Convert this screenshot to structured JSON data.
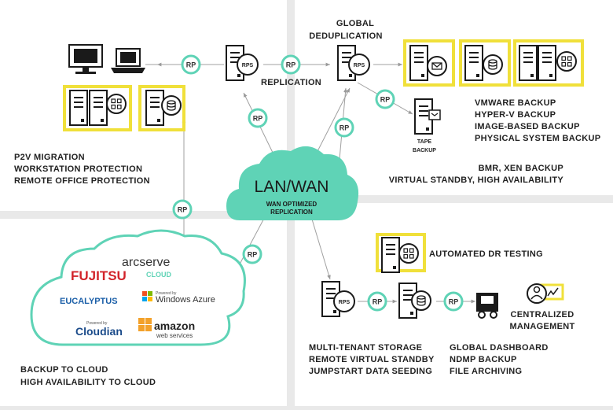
{
  "center": {
    "title": "LAN/WAN",
    "subtitle_line1": "WAN OPTIMIZED",
    "subtitle_line2": "REPLICATION"
  },
  "rp_label": "RP",
  "rps_label": "RPS",
  "labels": {
    "global_dedup_1": "GLOBAL",
    "global_dedup_2": "DEDUPLICATION",
    "replication": "REPLICATION",
    "tape_1": "TAPE",
    "tape_2": "BACKUP",
    "backup_types": [
      "VMWARE BACKUP",
      "HYPER-V BACKUP",
      "IMAGE-BASED BACKUP",
      "PHYSICAL SYSTEM BACKUP"
    ],
    "bmr": [
      "BMR, XEN BACKUP",
      "VIRTUAL STANDBY, HIGH AVAILABILITY"
    ],
    "p2v": [
      "P2V MIGRATION",
      "WORKSTATION PROTECTION",
      "REMOTE OFFICE PROTECTION"
    ],
    "cloud_bottom": [
      "BACKUP TO CLOUD",
      "HIGH AVAILABILITY TO CLOUD"
    ],
    "automated_dr": "AUTOMATED DR TESTING",
    "centralized": [
      "CENTRALIZED",
      "MANAGEMENT"
    ],
    "multi_tenant": [
      "MULTI-TENANT STORAGE",
      "REMOTE VIRTUAL STANDBY",
      "JUMPSTART DATA SEEDING"
    ],
    "global_dashboard": [
      "GLOBAL DASHBOARD",
      "NDMP BACKUP",
      "FILE ARCHIVING"
    ]
  },
  "cloud_logos": {
    "fujitsu": "FUJITSU",
    "arcserve": "arcserve",
    "arcserve_cloud": "CLOUD",
    "eucalyptus": "EUCALYPTUS",
    "windows_azure_small": "Powered by",
    "windows_azure": "Windows Azure",
    "cloudian_small": "Powered by",
    "cloudian": "Cloudian",
    "amazon": "amazon",
    "amazon_sub": "web services"
  },
  "colors": {
    "accent_teal": "#5fd3b6",
    "accent_yellow": "#f0e03a",
    "panel": "#ffffff",
    "divider": "#e9e9e9"
  }
}
